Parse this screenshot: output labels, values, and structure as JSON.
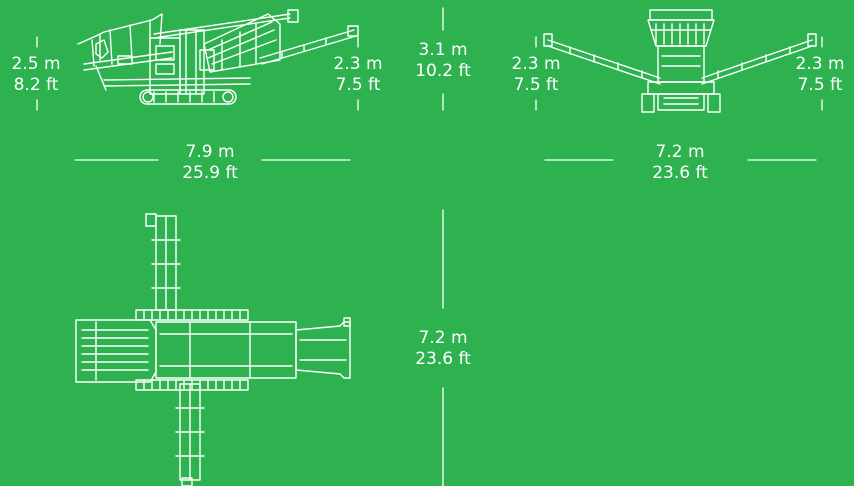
{
  "side_view": {
    "left_height": {
      "metric": "2.5 m",
      "imperial": "8.2 ft"
    },
    "right_height": {
      "metric": "2.3 m",
      "imperial": "7.5 ft"
    },
    "total_height": {
      "metric": "3.1 m",
      "imperial": "10.2 ft"
    },
    "length": {
      "metric": "7.9 m",
      "imperial": "25.9 ft"
    }
  },
  "end_view": {
    "left_height": {
      "metric": "2.3 m",
      "imperial": "7.5 ft"
    },
    "right_height": {
      "metric": "2.3 m",
      "imperial": "7.5 ft"
    },
    "width": {
      "metric": "7.2 m",
      "imperial": "23.6 ft"
    }
  },
  "plan_view": {
    "width": {
      "metric": "7.2 m",
      "imperial": "23.6 ft"
    }
  },
  "colors": {
    "background": "#2db24f",
    "line": "#ffffff"
  }
}
